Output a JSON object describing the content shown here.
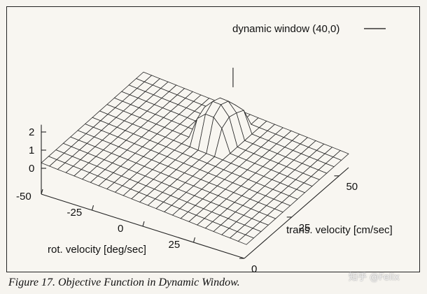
{
  "chart_data": {
    "type": "surface3d",
    "title": "",
    "legend": {
      "label": "dynamic window (40,0)",
      "placement": "top-right"
    },
    "z_axis": {
      "ticks": [
        "2",
        "1",
        "0"
      ],
      "range": [
        0,
        2.4
      ]
    },
    "x_axis": {
      "label": "rot. velocity [deg/sec]",
      "ticks": [
        "-50",
        "-25",
        "0",
        "25"
      ],
      "range": [
        -50,
        50
      ]
    },
    "y_axis": {
      "label": "trans. velocity [cm/sec]",
      "ticks": [
        "0",
        "25",
        "50"
      ],
      "range": [
        0,
        55
      ]
    },
    "surface": {
      "description_values": {
        "baseline": 0.3,
        "peak_center": {
          "rot": 0,
          "trans": 40
        },
        "peak_height": 2.35,
        "window_extent": {
          "rot": [
            -8,
            8
          ],
          "trans": [
            32,
            48
          ]
        }
      }
    },
    "grid": true
  },
  "caption": "Figure 17. Objective Function in Dynamic Window.",
  "watermark": "知乎 @Felix"
}
